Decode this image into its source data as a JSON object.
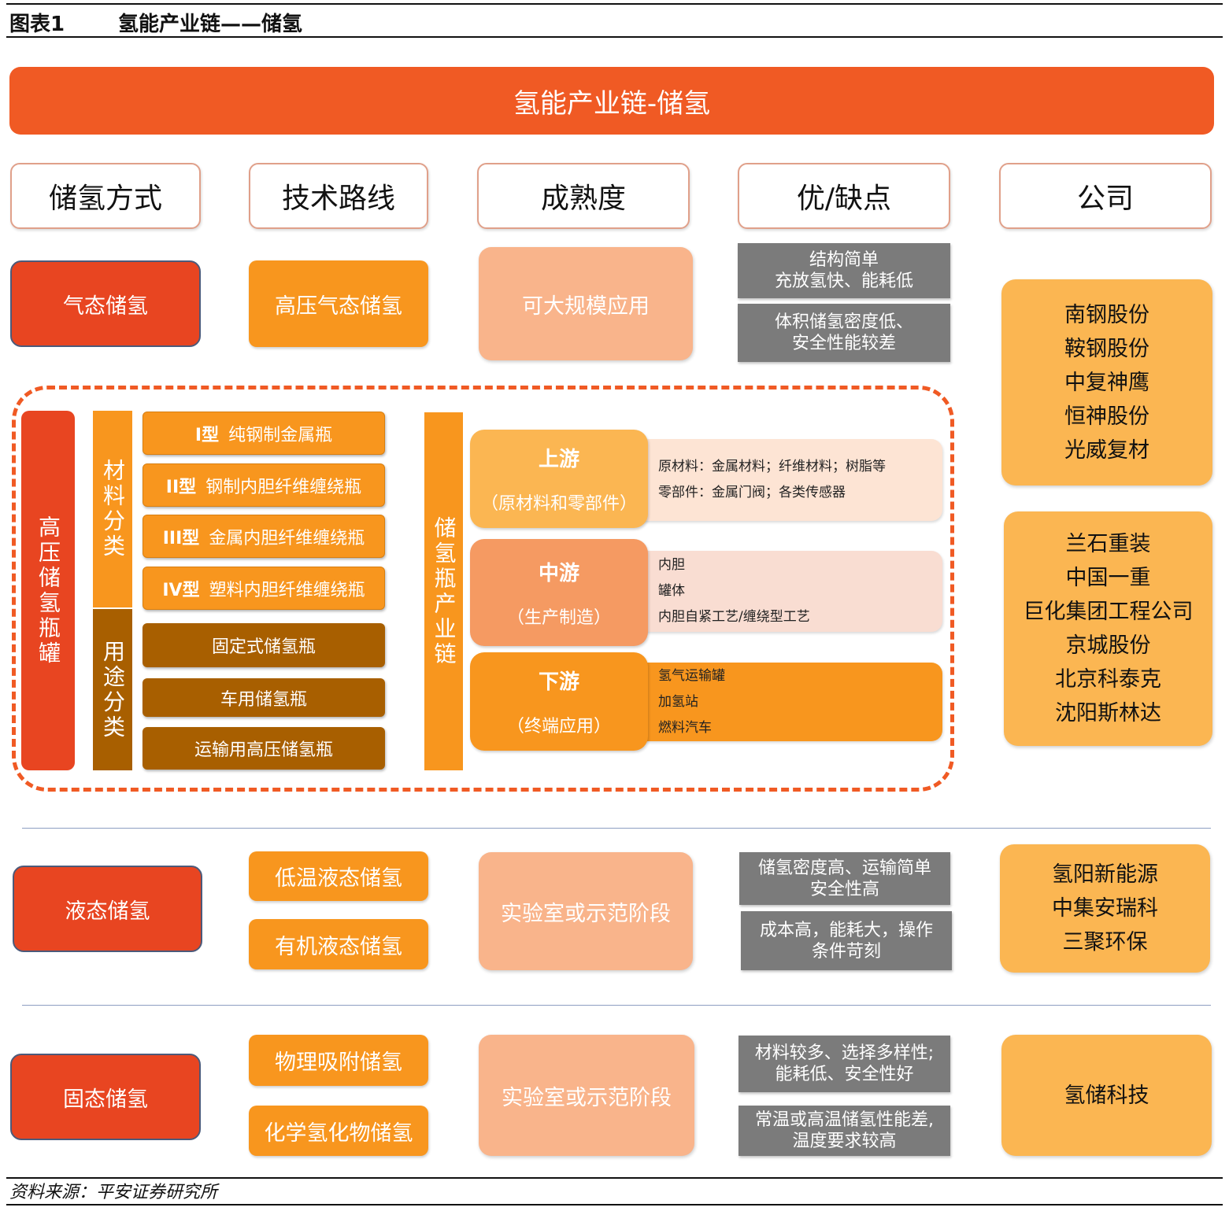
{
  "figure": {
    "label": "图表1",
    "title": "氢能产业链——储氢"
  },
  "banner": "氢能产业链-储氢",
  "headers": [
    "储氢方式",
    "技术路线",
    "成熟度",
    "优/缺点",
    "公司"
  ],
  "gas": {
    "method": "气态储氢",
    "route": "高压气态储氢",
    "maturity": "可大规模应用",
    "pros": [
      "结构简单",
      "充放氢快、能耗低"
    ],
    "cons": [
      "体积储氢密度低、",
      "安全性能较差"
    ],
    "companies_a": [
      "南钢股份",
      "鞍钢股份",
      "中复神鹰",
      "恒神股份",
      "光威复材"
    ],
    "companies_b": [
      "兰石重装",
      "中国一重",
      "巨化集团工程公司",
      "京城股份",
      "北京科泰克",
      "沈阳斯林达"
    ]
  },
  "cylinder": {
    "title": "高压储氢瓶罐",
    "material_label": "材料分类",
    "use_label": "用途分类",
    "types": [
      {
        "code": "I型",
        "name": "纯钢制金属瓶"
      },
      {
        "code": "II型",
        "name": "钢制内胆纤维缠绕瓶"
      },
      {
        "code": "III型",
        "name": "金属内胆纤维缠绕瓶"
      },
      {
        "code": "IV型",
        "name": "塑料内胆纤维缠绕瓶"
      }
    ],
    "uses": [
      "固定式储氢瓶",
      "车用储氢瓶",
      "运输用高压储氢瓶"
    ],
    "chain_label": "储氢瓶产业链",
    "upstream": {
      "title": "上游",
      "sub": "（原材料和零部件）",
      "details": [
        "原材料：金属材料；纤维材料；树脂等",
        "零部件：金属门阀；各类传感器"
      ]
    },
    "midstream": {
      "title": "中游",
      "sub": "（生产制造）",
      "details": [
        "内胆",
        "罐体",
        "内胆自紧工艺/缠绕型工艺"
      ]
    },
    "downstream": {
      "title": "下游",
      "sub": "（终端应用）",
      "details": [
        "氢气运输罐",
        "加氢站",
        "燃料汽车"
      ]
    }
  },
  "liquid": {
    "method": "液态储氢",
    "routes": [
      "低温液态储氢",
      "有机液态储氢"
    ],
    "maturity": "实验室或示范阶段",
    "pros": [
      "储氢密度高、运输简单",
      "安全性高"
    ],
    "cons": [
      "成本高，能耗大，操作",
      "条件苛刻"
    ],
    "companies": [
      "氢阳新能源",
      "中集安瑞科",
      "三聚环保"
    ]
  },
  "solid": {
    "method": "固态储氢",
    "routes": [
      "物理吸附储氢",
      "化学氢化物储氢"
    ],
    "maturity": "实验室或示范阶段",
    "pros": [
      "材料较多、选择多样性;",
      "能耗低、安全性好"
    ],
    "cons": [
      "常温或高温储氢性能差,",
      "温度要求较高"
    ],
    "companies": [
      "氢储科技"
    ]
  },
  "source": "资料来源：平安证券研究所",
  "colors": {
    "banner": "#f05a24",
    "method": "#e84521",
    "route": "#f8961e",
    "maturity": "#f9b48b",
    "pros_cons": "#7b7b7b",
    "company": "#fbb652",
    "use_box": "#a85f00"
  }
}
